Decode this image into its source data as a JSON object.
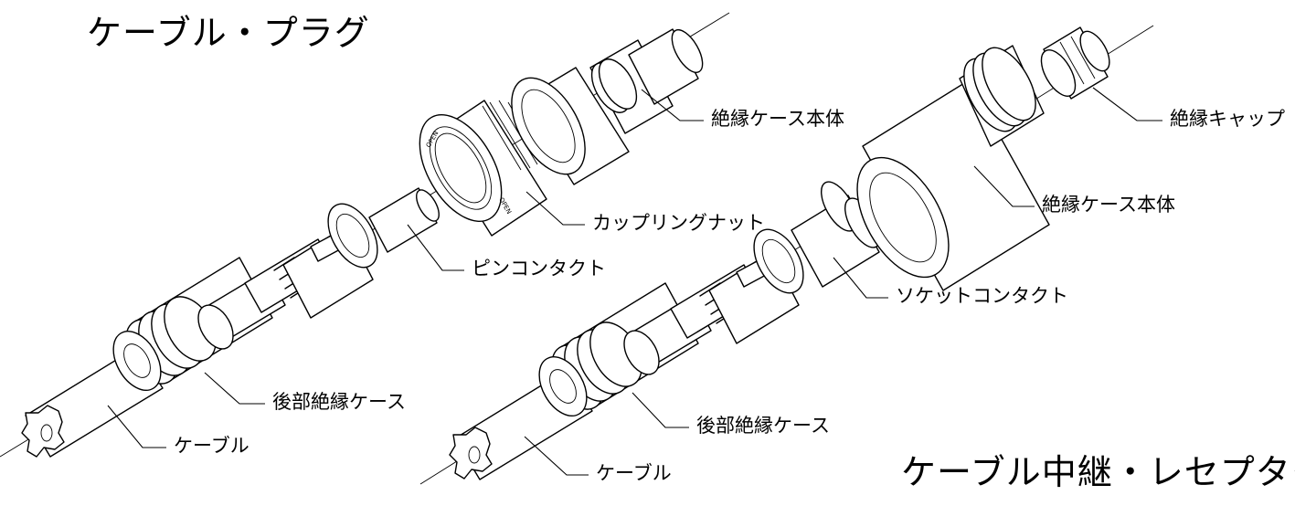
{
  "titles": {
    "plug": "ケーブル・プラグ",
    "receptacle": "ケーブル中継・レセプタクル"
  },
  "plug_labels": {
    "insulation_case_body": "絶縁ケース本体",
    "coupling_nut": "カップリングナット",
    "pin_contact": "ピンコンタクト",
    "rear_insulation_case": "後部絶縁ケース",
    "cable": "ケーブル"
  },
  "receptacle_labels": {
    "insulation_cap": "絶縁キャップ",
    "insulation_case_body": "絶縁ケース本体",
    "socket_contact": "ソケットコンタクト",
    "rear_insulation_case": "後部絶縁ケース",
    "cable": "ケーブル"
  },
  "nut_marking": "OPEN"
}
